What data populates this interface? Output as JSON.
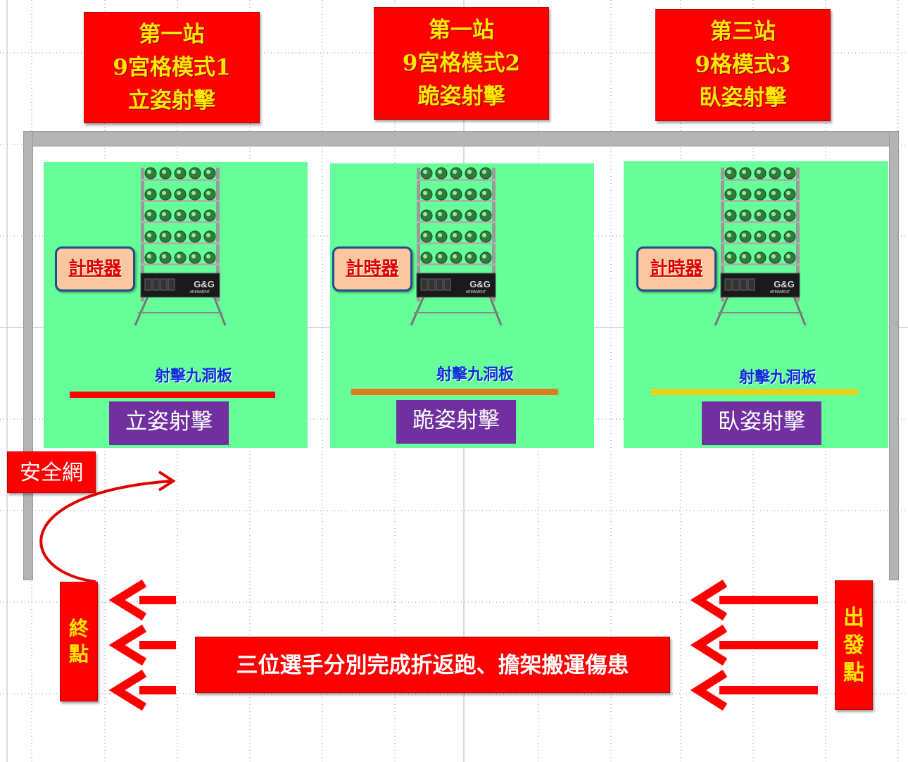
{
  "stations": [
    {
      "title_lines": [
        "第一站",
        "9宮格模式1",
        "立姿射擊"
      ],
      "timer": "計時器",
      "board_label": "射擊九洞板",
      "line_color": "#ff0000",
      "posture": "立姿射擊"
    },
    {
      "title_lines": [
        "第一站",
        "9宮格模式2",
        "跪姿射擊"
      ],
      "timer": "計時器",
      "board_label": "射擊九洞板",
      "line_color": "#e07a1a",
      "posture": "跪姿射擊"
    },
    {
      "title_lines": [
        "第三站",
        "9格模式3",
        "臥姿射擊"
      ],
      "timer": "計時器",
      "board_label": "射擊九洞板",
      "line_color": "#e8d21a",
      "posture": "臥姿射擊"
    }
  ],
  "rack_brand": "G&G",
  "rack_sub": "ARMAMENT",
  "safety_net": "安全網",
  "finish": "終點",
  "start": "出發點",
  "instruction": "三位選手分別完成折返跑、擔架搬運傷患",
  "colors": {
    "zone": "#66ff99",
    "red": "#ff0000",
    "yellow": "#ffe800",
    "purple": "#7030a0",
    "frame": "#b4b4b4"
  }
}
